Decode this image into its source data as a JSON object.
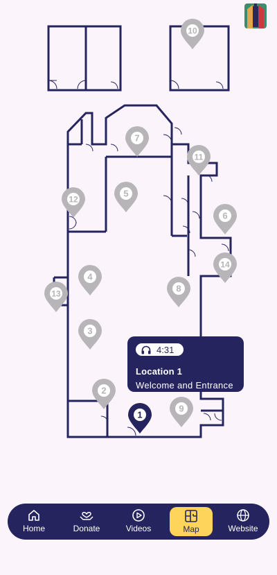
{
  "map": {
    "inactive_markers": [
      "10",
      "7",
      "11",
      "5",
      "12",
      "6",
      "14",
      "4",
      "13",
      "8",
      "3",
      "2",
      "9"
    ],
    "active_marker": "1",
    "inactive_color": "#b7b5b8",
    "active_color": "#25245e",
    "wall_color": "#25245e"
  },
  "popup": {
    "audio_icon": "headphones-icon",
    "duration": "4:31",
    "title": "Location 1",
    "subtitle": "Welcome and Entrance"
  },
  "nav": {
    "items": [
      {
        "label": "Home",
        "icon": "home-icon"
      },
      {
        "label": "Donate",
        "icon": "donate-icon"
      },
      {
        "label": "Videos",
        "icon": "play-icon"
      },
      {
        "label": "Map",
        "icon": "map-icon"
      },
      {
        "label": "Website",
        "icon": "globe-icon"
      }
    ],
    "active": "Map",
    "active_color": "#ffd45a",
    "bar_color": "#25245e"
  }
}
